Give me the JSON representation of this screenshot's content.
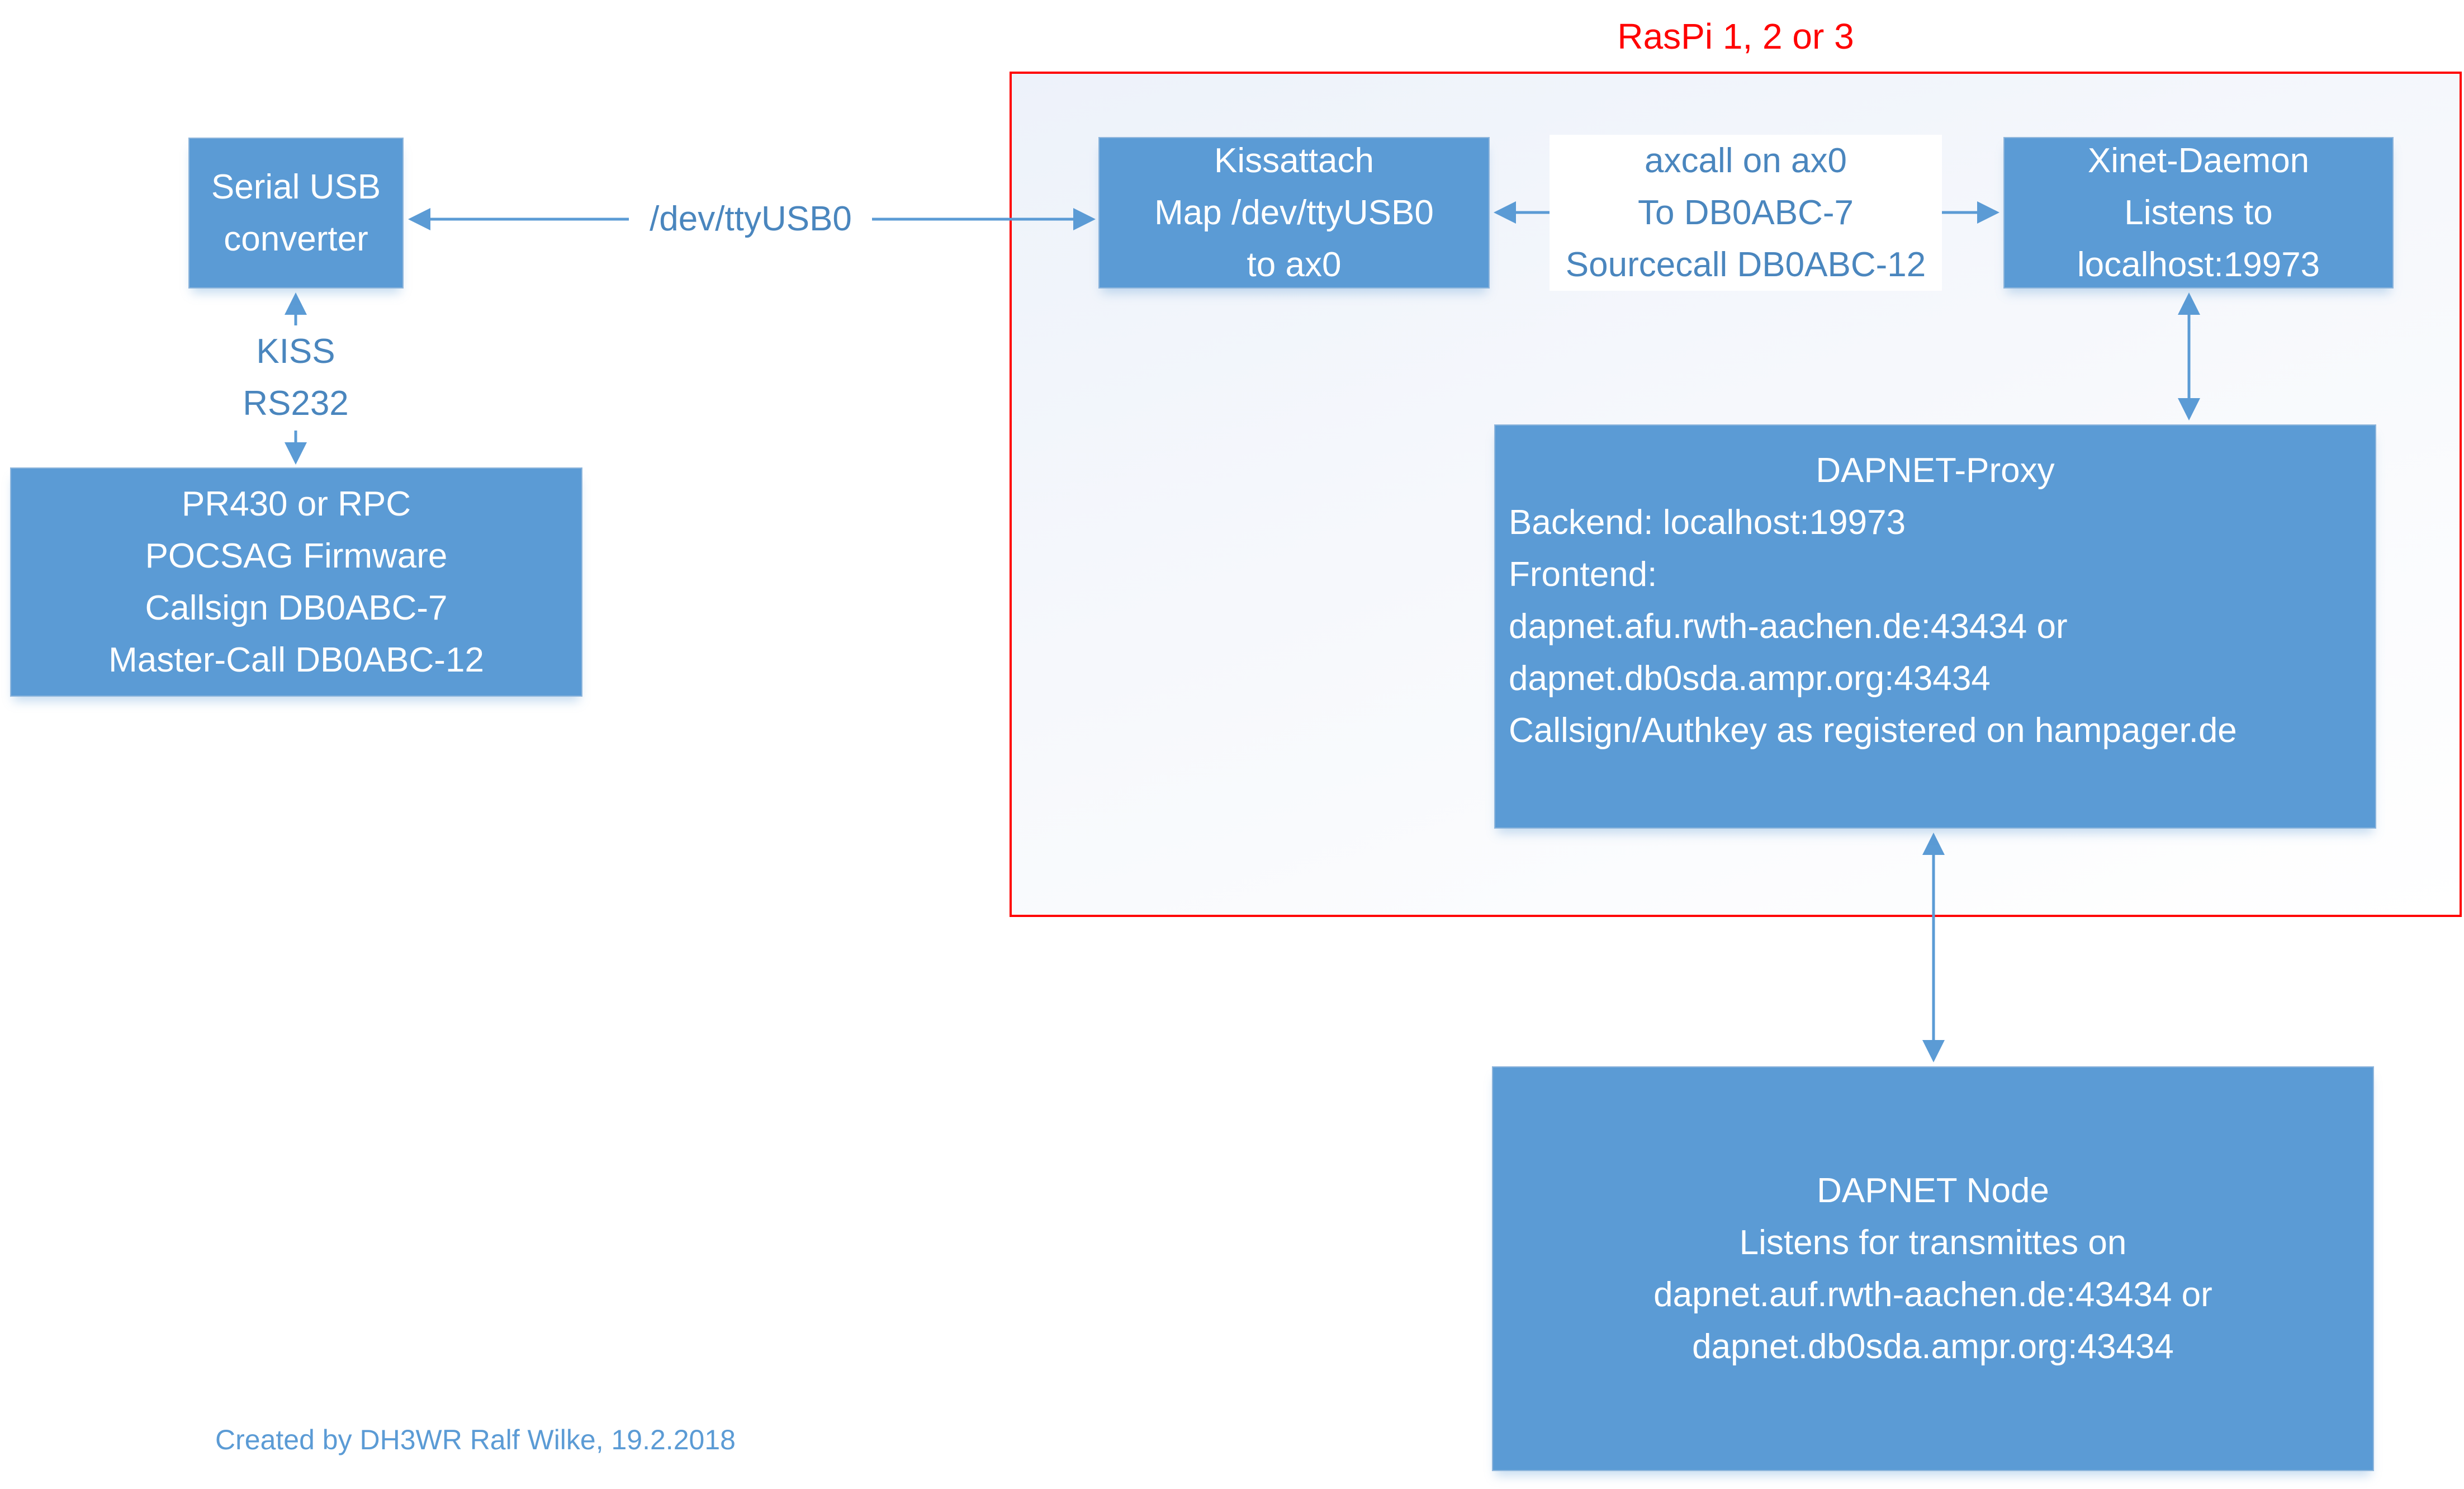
{
  "colors": {
    "node_fill": "#5b9bd5",
    "connector": "#5b9bd5",
    "label_text": "#4a86be",
    "frame_border": "#ff0000"
  },
  "frame": {
    "title": "RasPi 1, 2 or 3"
  },
  "nodes": {
    "serial_usb": {
      "lines": [
        "Serial USB",
        "converter"
      ]
    },
    "pr430": {
      "lines": [
        "PR430 or RPC",
        "POCSAG Firmware",
        "Callsign DB0ABC-7",
        "Master-Call DB0ABC-12"
      ]
    },
    "kissattach": {
      "lines": [
        "Kissattach",
        "Map /dev/ttyUSB0",
        "to ax0"
      ]
    },
    "xinet": {
      "lines": [
        "Xinet-Daemon",
        "Listens to",
        "localhost:19973"
      ]
    },
    "dapnet_proxy": {
      "title": "DAPNET-Proxy",
      "lines": [
        "Backend: localhost:19973",
        "Frontend:",
        "dapnet.afu.rwth-aachen.de:43434 or",
        "dapnet.db0sda.ampr.org:43434",
        "Callsign/Authkey as registered on hampager.de"
      ]
    },
    "dapnet_node": {
      "lines": [
        "DAPNET Node",
        "Listens for transmittes on",
        "dapnet.auf.rwth-aachen.de:43434 or",
        "dapnet.db0sda.ampr.org:43434"
      ]
    }
  },
  "connectors": {
    "tty_label": "/dev/ttyUSB0",
    "kiss_label": [
      "KISS",
      "RS232"
    ],
    "axcall_label": [
      "axcall on ax0",
      "To DB0ABC-7",
      "Sourcecall DB0ABC-12"
    ]
  },
  "footer": "Created by DH3WR Ralf Wilke, 19.2.2018"
}
